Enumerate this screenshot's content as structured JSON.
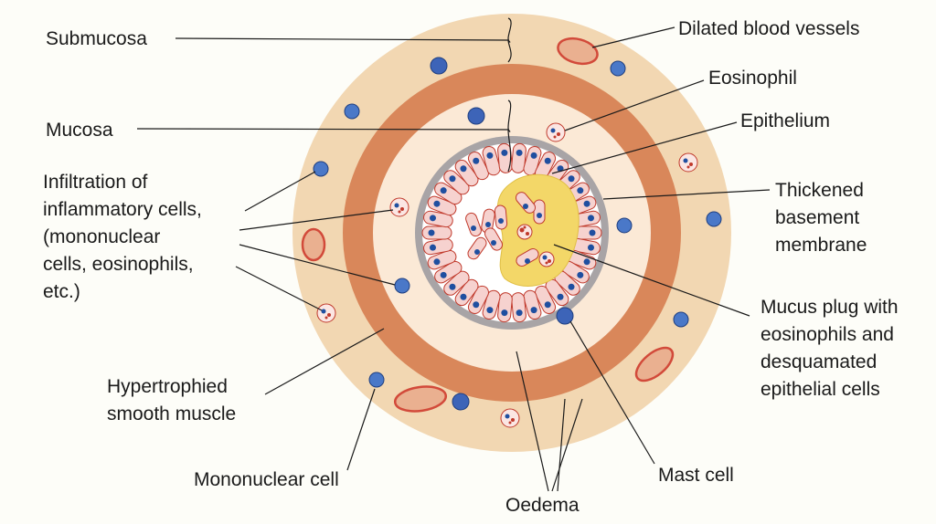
{
  "diagram": {
    "labels": {
      "submucosa": "Submucosa",
      "mucosa": "Mucosa",
      "infiltration": [
        "Infiltration of",
        "inflammatory cells,",
        "(mononuclear",
        "cells, eosinophils,",
        "etc.)"
      ],
      "smooth_muscle": [
        "Hypertrophied",
        "smooth muscle"
      ],
      "mononuclear_cell": "Mononuclear cell",
      "oedema": "Oedema",
      "mast_cell": "Mast cell",
      "dilated_vessels": "Dilated blood vessels",
      "eosinophil": "Eosinophil",
      "epithelium": "Epithelium",
      "basement_membrane": [
        "Thickened",
        "basement",
        "membrane"
      ],
      "mucus_plug": [
        "Mucus plug with",
        "eosinophils and",
        "desquamated",
        "epithelial cells"
      ]
    },
    "colors": {
      "background": "#fdfdf8",
      "submucosa_fill": "#f2d7b2",
      "smooth_muscle": "#d9875a",
      "mucosa_fill": "#fbe9d6",
      "basement_membrane": "#a8a4a6",
      "epithelium_fill": "#f6d2cf",
      "epithelium_outline": "#c0392b",
      "nucleus": "#1f4fa0",
      "mucus_plug": "#f3d768",
      "vessel_outline": "#d24a3a",
      "vessel_fill": "#eab090"
    }
  }
}
